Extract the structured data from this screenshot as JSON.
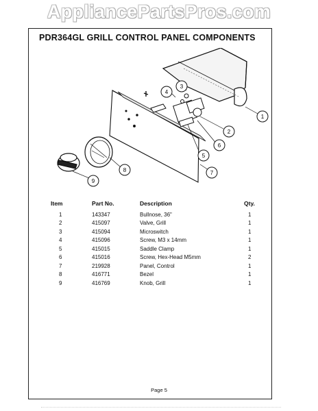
{
  "watermark": "AppliancePartsPros.com",
  "title": "PDR364GL GRILL CONTROL PANEL COMPONENTS",
  "diagram": {
    "callouts": [
      "1",
      "2",
      "3",
      "4",
      "5",
      "6",
      "7",
      "8",
      "9"
    ]
  },
  "table": {
    "headers": {
      "item": "Item",
      "part_no": "Part No.",
      "description": "Description",
      "qty": "Qty."
    },
    "rows": [
      {
        "item": "1",
        "part_no": "143347",
        "description": "Bullnose, 36\"",
        "qty": "1"
      },
      {
        "item": "2",
        "part_no": "415097",
        "description": "Valve, Grill",
        "qty": "1"
      },
      {
        "item": "3",
        "part_no": "415094",
        "description": "Microswitch",
        "qty": "1"
      },
      {
        "item": "4",
        "part_no": "415096",
        "description": "Screw, M3 x 14mm",
        "qty": "1"
      },
      {
        "item": "5",
        "part_no": "415015",
        "description": "Saddle Clamp",
        "qty": "1"
      },
      {
        "item": "6",
        "part_no": "415016",
        "description": "Screw, Hex-Head M5mm",
        "qty": "2"
      },
      {
        "item": "7",
        "part_no": "219928",
        "description": "Panel, Control",
        "qty": "1"
      },
      {
        "item": "8",
        "part_no": "416771",
        "description": "Bezel",
        "qty": "1"
      },
      {
        "item": "9",
        "part_no": "416769",
        "description": "Knob, Grill",
        "qty": "1"
      }
    ]
  },
  "footer": "Page 5"
}
